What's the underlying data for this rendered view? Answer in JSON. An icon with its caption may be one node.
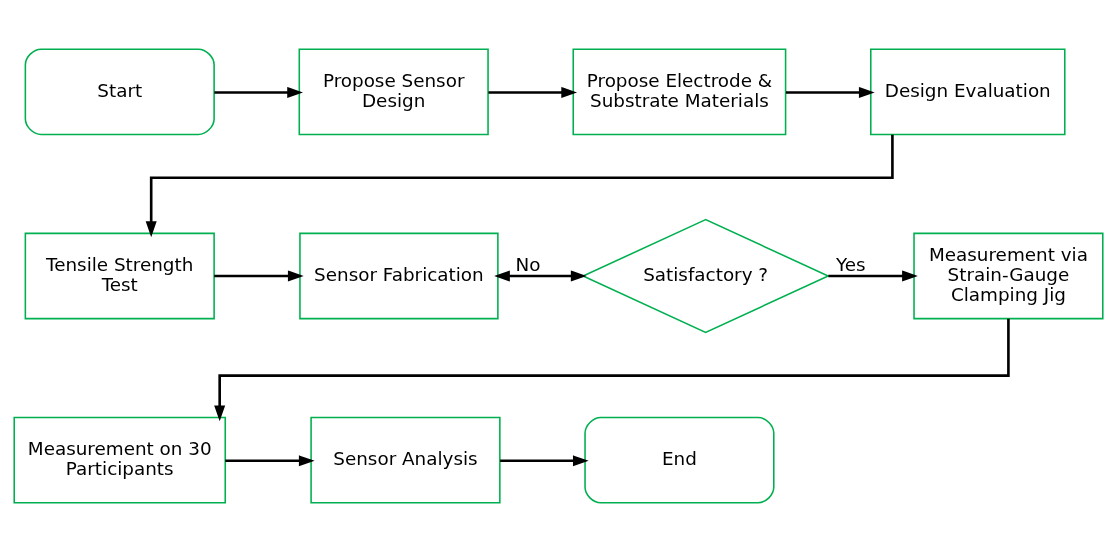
{
  "diagram": {
    "nodes": [
      {
        "text": [
          "Start"
        ]
      },
      {
        "text": [
          "Propose Sensor Design"
        ]
      },
      {
        "text": [
          "Propose Electrode & Substrate Materials"
        ]
      },
      {
        "text": [
          "Design Evaluation"
        ]
      },
      {
        "text": [
          "Tensile Strength Test"
        ]
      },
      {
        "text": [
          "Sensor Fabrication"
        ]
      },
      {
        "text": [
          "Satisfactory ?"
        ]
      },
      {
        "text": [
          "Measurement via Strain-Gauge Clamping Jig"
        ]
      },
      {
        "text": [
          "Measurement on 30 Participants"
        ]
      },
      {
        "text": [
          "Sensor Analysis"
        ]
      },
      {
        "text": [
          "End"
        ]
      }
    ],
    "edges": [
      {
        "from": 0,
        "to": 1,
        "arrow": "to"
      },
      {
        "from": 1,
        "to": 2,
        "arrow": "to"
      },
      {
        "from": 2,
        "to": 3,
        "arrow": "to"
      },
      {
        "from": 3,
        "to": 4,
        "arrow": "to"
      },
      {
        "from": 4,
        "to": 5,
        "arrow": "to"
      },
      {
        "from": 5,
        "to": 6,
        "arrow": "both",
        "label": "No"
      },
      {
        "from": 6,
        "to": 7,
        "arrow": "to",
        "label": "Yes"
      },
      {
        "from": 7,
        "to": 8,
        "arrow": "to"
      },
      {
        "from": 8,
        "to": 9,
        "arrow": "to"
      },
      {
        "from": 9,
        "to": 10,
        "arrow": "to"
      }
    ]
  }
}
